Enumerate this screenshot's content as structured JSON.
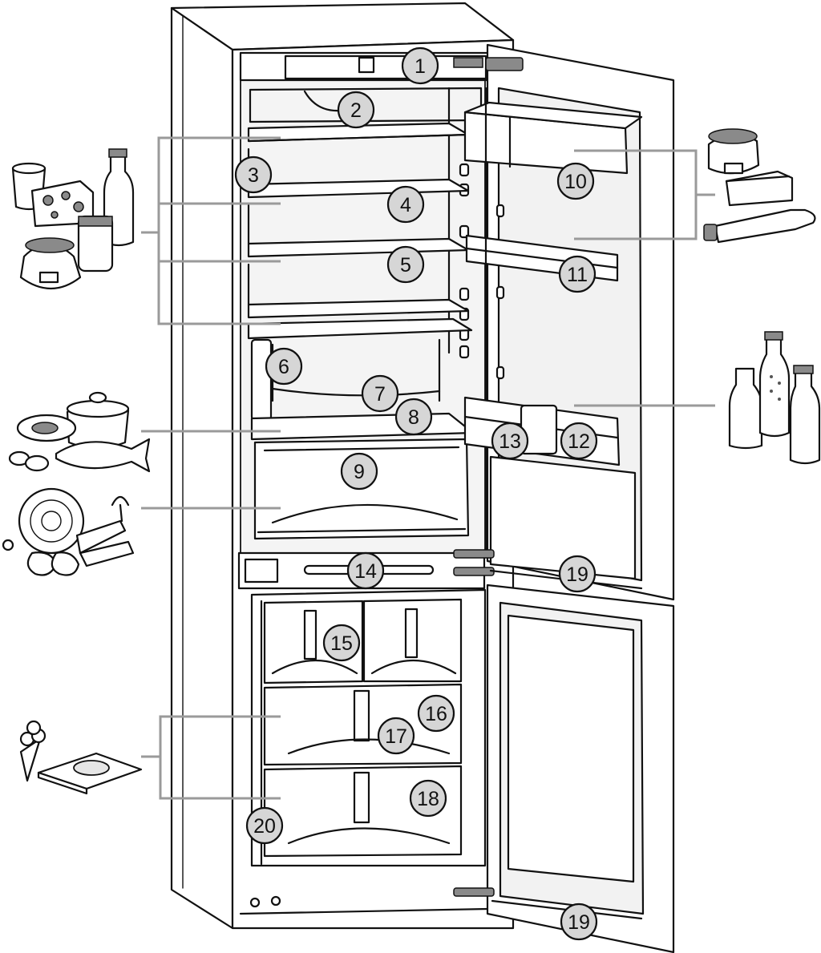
{
  "diagram": {
    "subject": "fridge-freezer-with-open-doors",
    "callouts": [
      {
        "id": "c1",
        "label": "1"
      },
      {
        "id": "c2",
        "label": "2"
      },
      {
        "id": "c3",
        "label": "3"
      },
      {
        "id": "c4",
        "label": "4"
      },
      {
        "id": "c5",
        "label": "5"
      },
      {
        "id": "c6",
        "label": "6"
      },
      {
        "id": "c7",
        "label": "7"
      },
      {
        "id": "c8",
        "label": "8"
      },
      {
        "id": "c9",
        "label": "9"
      },
      {
        "id": "c10",
        "label": "10"
      },
      {
        "id": "c11",
        "label": "11"
      },
      {
        "id": "c12",
        "label": "12"
      },
      {
        "id": "c13",
        "label": "13"
      },
      {
        "id": "c14",
        "label": "14"
      },
      {
        "id": "c15",
        "label": "15"
      },
      {
        "id": "c16",
        "label": "16"
      },
      {
        "id": "c17",
        "label": "17"
      },
      {
        "id": "c18",
        "label": "18"
      },
      {
        "id": "c19a",
        "label": "19"
      },
      {
        "id": "c19b",
        "label": "19"
      },
      {
        "id": "c20",
        "label": "20"
      }
    ],
    "food_icons": [
      "dairy-cheese-preserves-icon",
      "butter-cheese-tube-icon",
      "bottles-icon",
      "fish-meat-cooked-dishes-icon",
      "vegetables-fruit-icon",
      "frozen-food-icecream-icon"
    ],
    "colors": {
      "line": "#111111",
      "badge_fill": "#d6d6d6",
      "leader": "#9a9a9a",
      "background": "#ffffff"
    }
  }
}
